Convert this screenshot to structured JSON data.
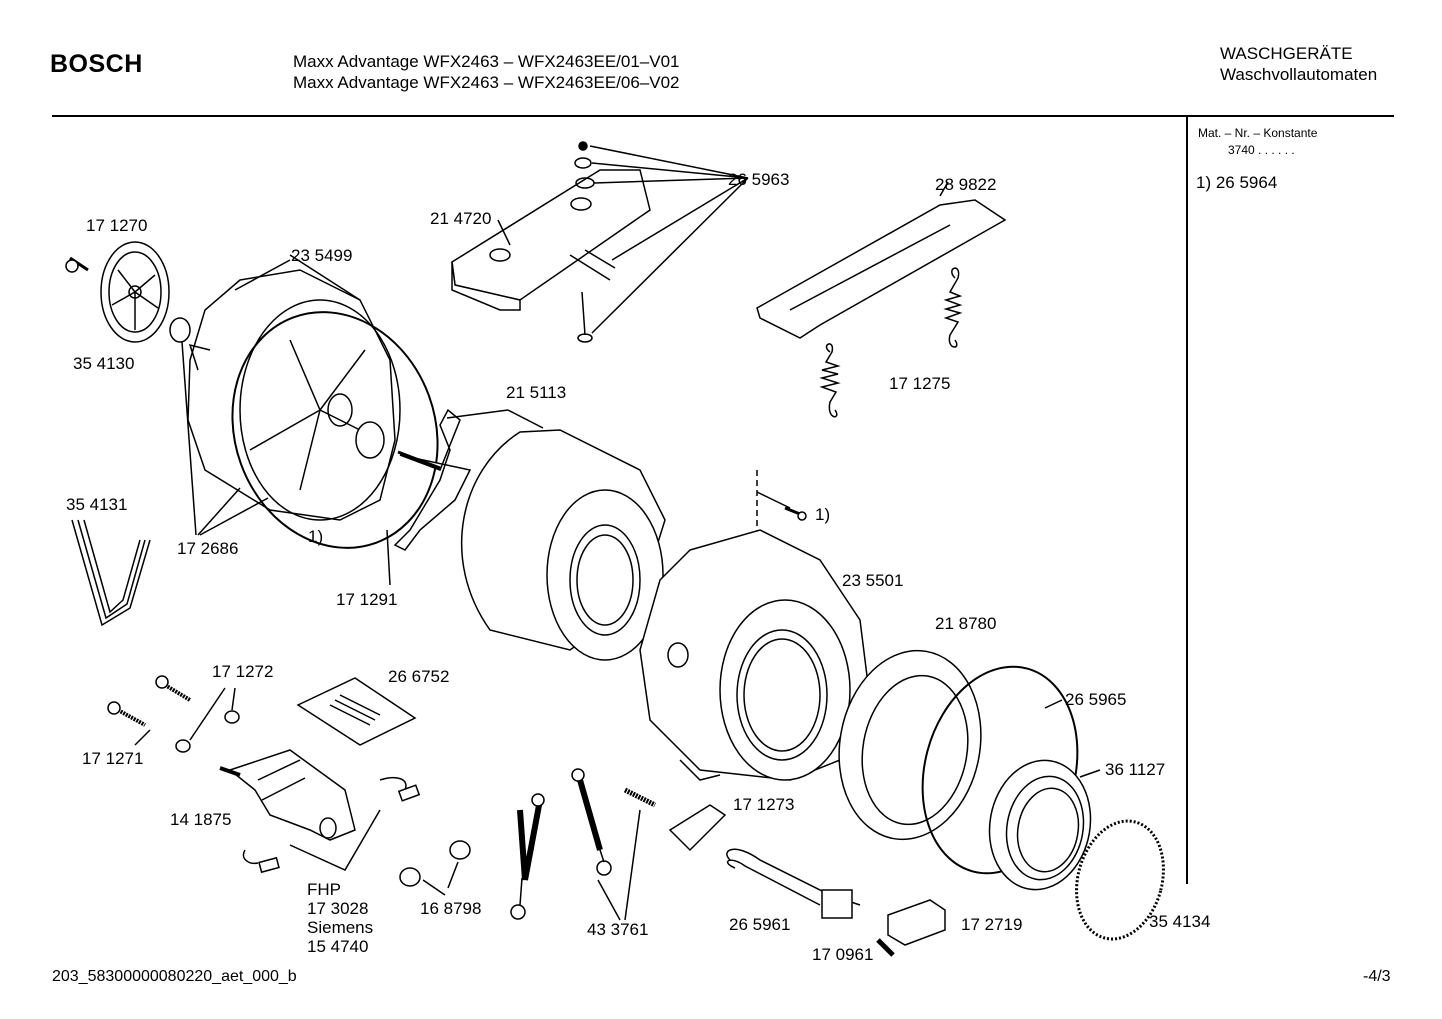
{
  "header": {
    "brand": "BOSCH",
    "model_line_1": "Maxx Advantage WFX2463 – WFX2463EE/01–V01",
    "model_line_2": "Maxx Advantage WFX2463 – WFX2463EE/06–V02",
    "category": "WASCHGERÄTE",
    "subcategory": "Waschvollautomaten"
  },
  "sidebar": {
    "mat_title": "Mat. – Nr. – Konstante",
    "mat_value": "3740 . . . . . .",
    "note": "1) 26 5964"
  },
  "labels": {
    "p171270": "17 1270",
    "p354130": "35 4130",
    "p235499": "23 5499",
    "p214720": "21 4720",
    "p265963": "26 5963",
    "p289822": "28 9822",
    "p171275": "17 1275",
    "p215113": "21  5113",
    "p354131": "35 4131",
    "p172686": "17 2686",
    "note_1a": "1)",
    "p171291": "17 1291",
    "note_1b": "1)",
    "p235501": "23 5501",
    "p218780": "21 8780",
    "p171272": "17 1272",
    "p266752": "26 6752",
    "p171271": "17 1271",
    "p265965": "26 5965",
    "p361127": "36 1127",
    "p141875": "14 1875",
    "p171273": "17 1273",
    "fhp": "FHP",
    "p173028": "17 3028",
    "siemens": "Siemens",
    "p154740": "15 4740",
    "p168798": "16 8798",
    "p433761": "43 3761",
    "p265961": "26 5961",
    "p172719": "17 2719",
    "p170961": "17 0961",
    "p354134": "35 4134"
  },
  "footer": {
    "doc_id": "203_58300000080220_aet_000_b",
    "page": "-4/3"
  }
}
